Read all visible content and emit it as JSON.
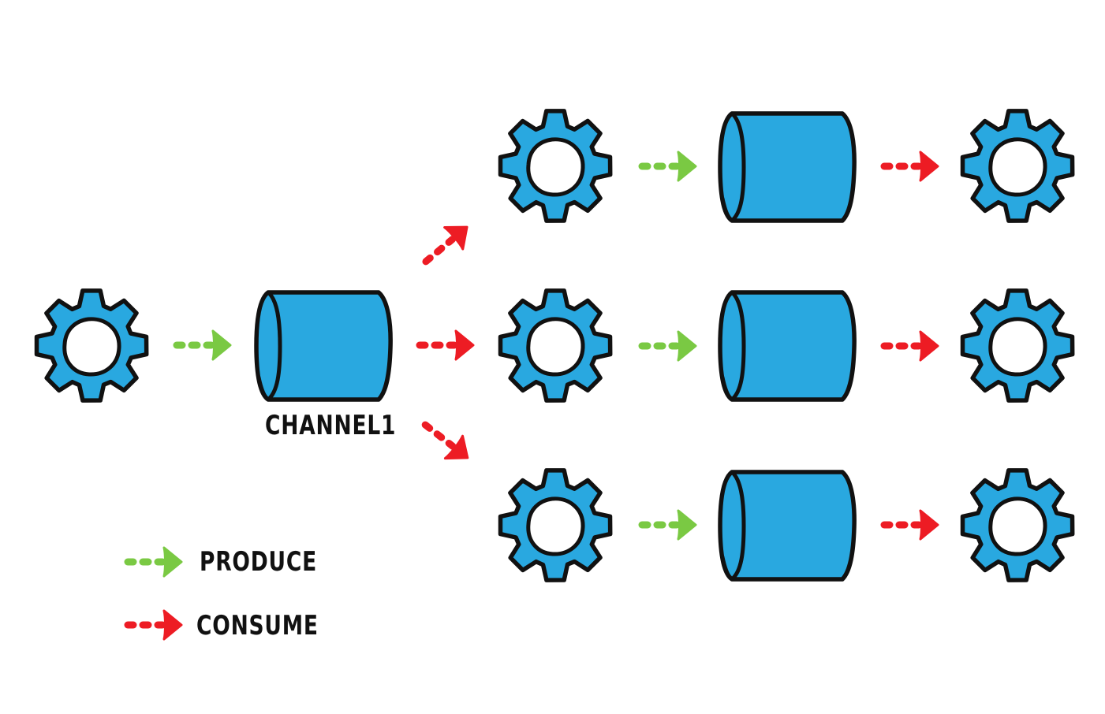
{
  "colors": {
    "gear_fill": "#29a8e0",
    "cylinder_fill": "#29a8e0",
    "outline": "#111111",
    "produce_arrow": "#7ac943",
    "consume_arrow": "#ed1c24"
  },
  "icons": {
    "gear": "gear-icon",
    "channel": "cylinder-icon",
    "produce": "dotted-arrow-green",
    "consume": "dotted-arrow-red"
  },
  "channel_label": "CHANNEL1",
  "legend": {
    "produce_label": "PRODUCE",
    "consume_label": "CONSUME"
  }
}
